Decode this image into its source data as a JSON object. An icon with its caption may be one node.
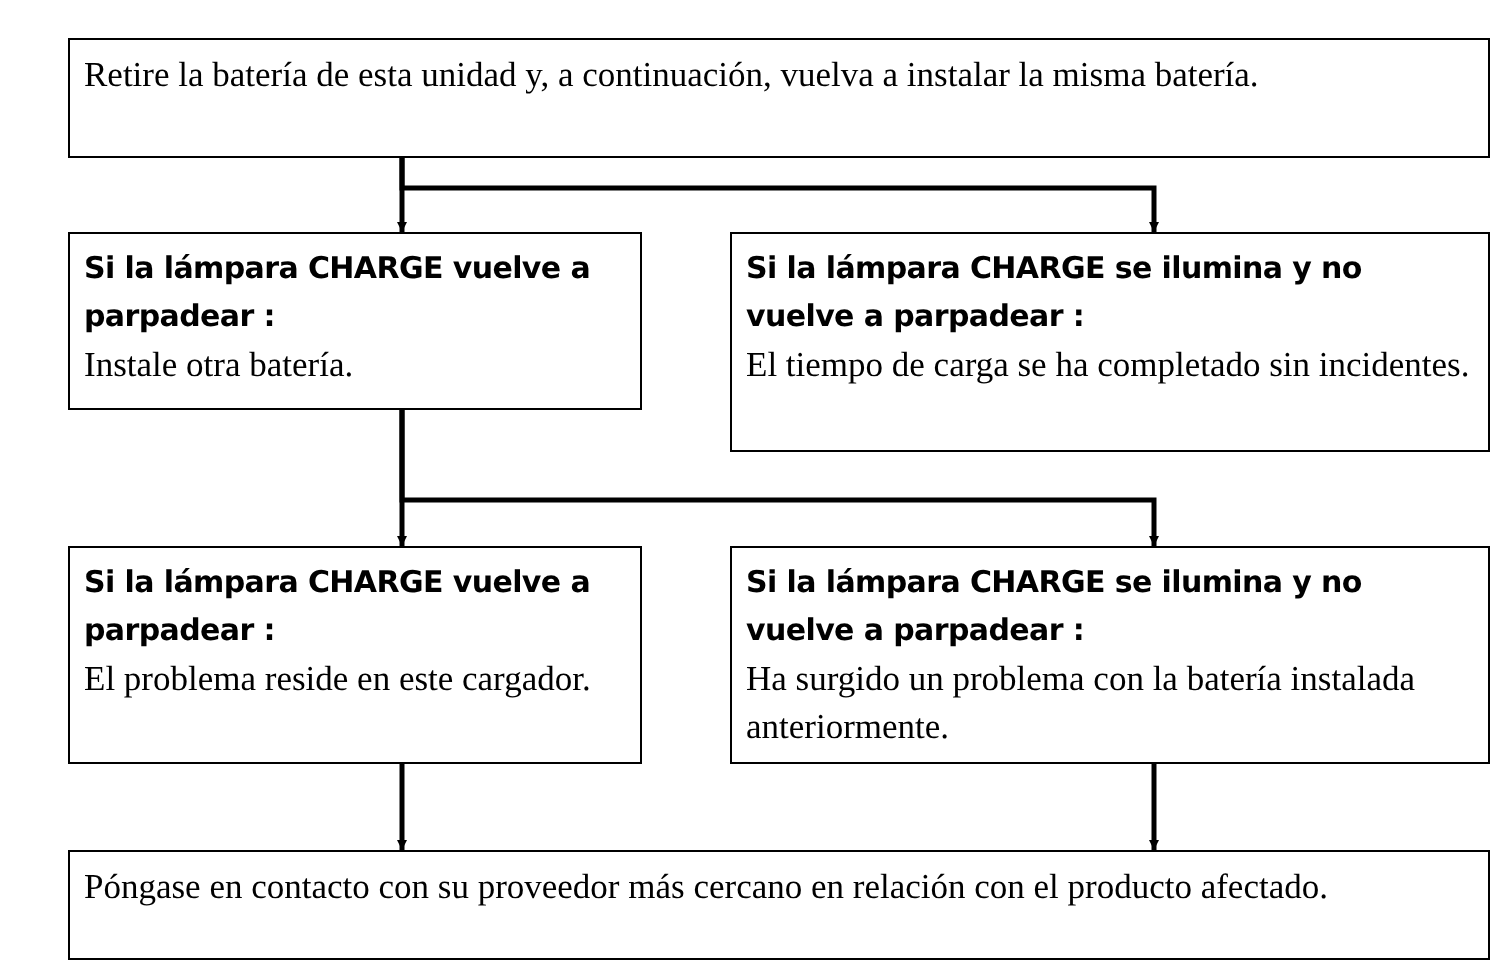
{
  "diagram": {
    "nodes": [
      {
        "text": [
          "Retire la batería de esta unidad y, a continuación, vuelva a instalar la misma batería."
        ]
      },
      {
        "text": [
          "Si la lámpara CHARGE vuelve a parpadear :",
          "Instale otra batería."
        ]
      },
      {
        "text": [
          "Si la lámpara CHARGE se ilumina y no vuelve a parpadear :",
          "El tiempo de carga se ha completado sin incidentes."
        ]
      },
      {
        "text": [
          "Si la lámpara CHARGE vuelve a parpadear :",
          "El problema reside en este cargador."
        ]
      },
      {
        "text": [
          "Si la lámpara CHARGE se ilumina y no vuelve a parpadear :",
          "Ha surgido un problema con la batería instalada anteriormente."
        ]
      },
      {
        "text": [
          "Póngase en contacto con su proveedor más cercano en relación con el producto afectado."
        ]
      }
    ],
    "edges": [
      {
        "from": 0,
        "to": 1,
        "arrow": "to"
      },
      {
        "from": 0,
        "to": 2,
        "arrow": "to"
      },
      {
        "from": 1,
        "to": 3,
        "arrow": "to"
      },
      {
        "from": 1,
        "to": 4,
        "arrow": "to"
      },
      {
        "from": 3,
        "to": 5,
        "arrow": "to"
      },
      {
        "from": 4,
        "to": 5,
        "arrow": "to"
      }
    ]
  }
}
